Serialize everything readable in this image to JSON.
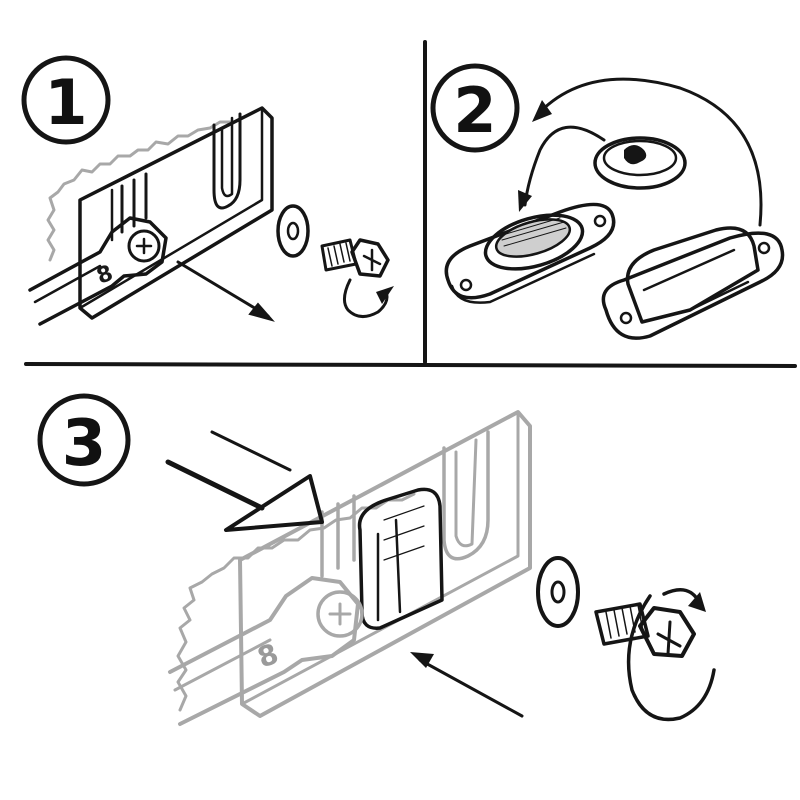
{
  "steps": [
    {
      "number": "1",
      "description_icon": "remove-screw-and-washer"
    },
    {
      "number": "2",
      "description_icon": "swap-magnet-and-catch"
    },
    {
      "number": "3",
      "description_icon": "refit-catch-and-screw"
    }
  ],
  "wrench_size": "8",
  "colors": {
    "ink": "#151515",
    "ghost": "#a8a8a8",
    "background": "#ffffff"
  }
}
